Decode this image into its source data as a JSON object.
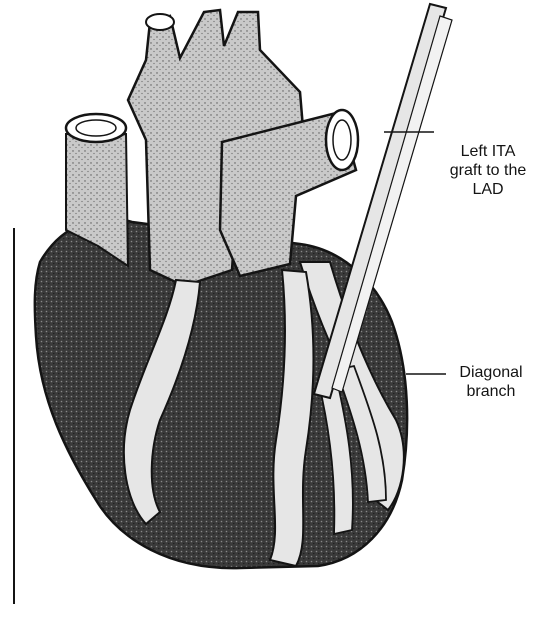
{
  "labels": {
    "ita_line1": "Left ITA",
    "ita_line2": "graft to the",
    "ita_line3": "LAD",
    "diag_line1": "Diagonal",
    "diag_line2": "branch"
  },
  "colors": {
    "ink": "#141414",
    "vessel_fill": "#c9c9c9",
    "myocardium_fill": "#3a3a3a",
    "graft_fill": "#e6e6e6",
    "background": "#ffffff"
  }
}
